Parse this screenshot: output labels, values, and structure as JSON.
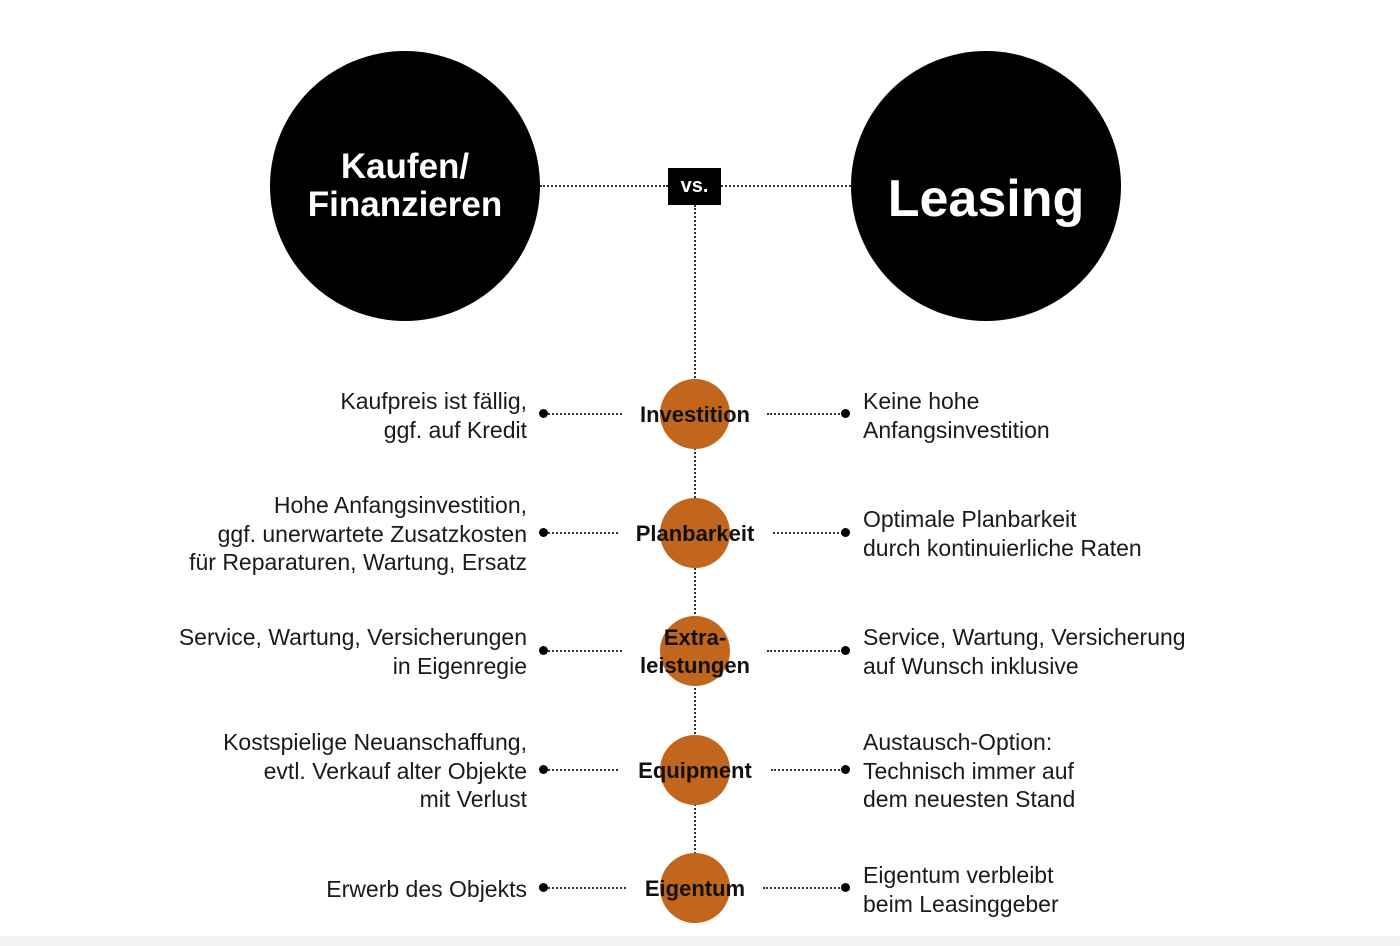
{
  "header": {
    "left_circle": "Kaufen/\nFinanzieren",
    "right_circle": "Leasing",
    "vs": "vs."
  },
  "rows": [
    {
      "category": "Investition",
      "left": "Kaufpreis ist fällig,\nggf. auf Kredit",
      "right": "Keine hohe\nAnfangsinvestition"
    },
    {
      "category": "Planbarkeit",
      "left": "Hohe Anfangsinvestition,\nggf. unerwartete Zusatzkosten\nfür Reparaturen, Wartung, Ersatz",
      "right": "Optimale Planbarkeit\ndurch kontinuierliche Raten"
    },
    {
      "category": "Extra-\nleistungen",
      "left": "Service, Wartung, Versicherungen\nin Eigenregie",
      "right": "Service, Wartung, Versicherung\nauf Wunsch inklusive"
    },
    {
      "category": "Equipment",
      "left": "Kostspielige Neuanschaffung,\nevtl. Verkauf alter Objekte\nmit Verlust",
      "right": "Austausch-Option:\nTechnisch immer auf\ndem neuesten Stand"
    },
    {
      "category": "Eigentum",
      "left": "Erwerb des Objekts",
      "right": "Eigentum verbleibt\nbeim Leasinggeber"
    }
  ],
  "colors": {
    "circle": "#000000",
    "accent": "#c1661c",
    "text": "#111111"
  }
}
